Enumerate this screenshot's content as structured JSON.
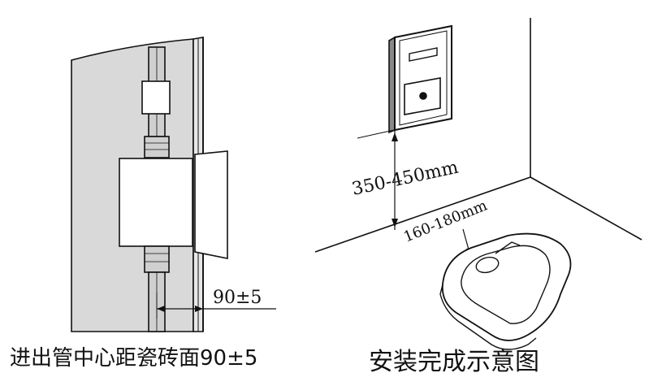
{
  "left_panel": {
    "dimension_label": "90±5",
    "caption": "进出管中心距瓷砖面90±5"
  },
  "right_panel": {
    "height_label": "350-450mm",
    "offset_label": "160-180mm",
    "caption": "安装完成示意图"
  },
  "colors": {
    "line": "#111111",
    "panel_fill": "#d9d9d9",
    "pipe_fill": "#cfcfcf",
    "background": "#ffffff"
  }
}
